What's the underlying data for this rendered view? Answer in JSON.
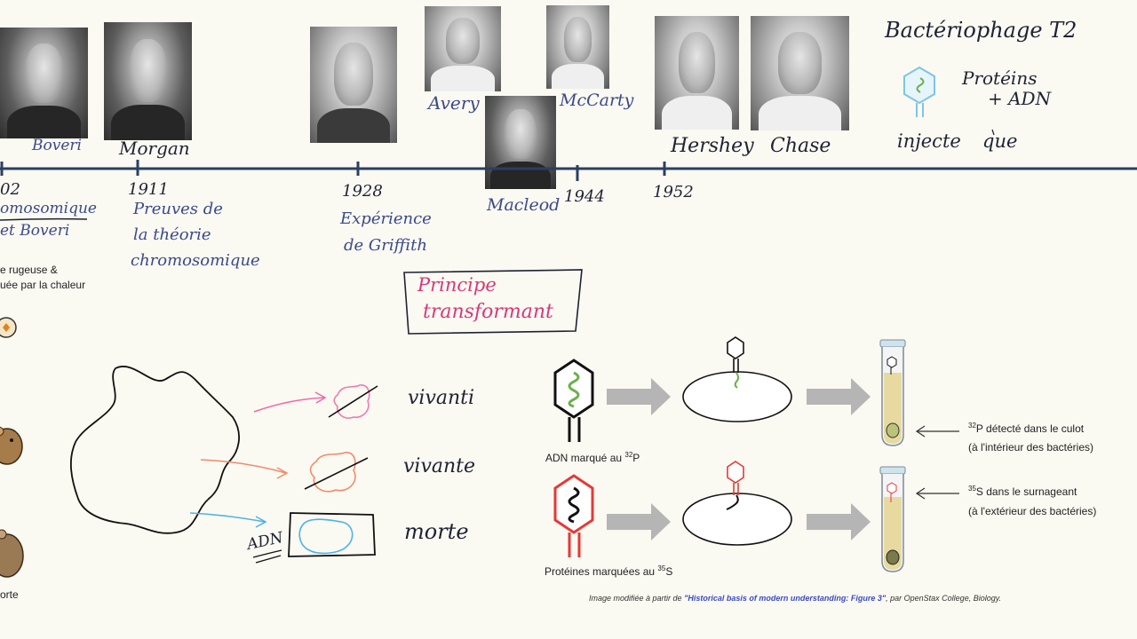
{
  "timeline": {
    "people": {
      "boveri": "Boveri",
      "morgan": "Morgan",
      "avery": "Avery",
      "mccarty": "McCarty",
      "macleod": "Macleod",
      "hershey": "Hershey",
      "chase": "Chase"
    },
    "years": {
      "y1902": "02",
      "y1911": "1911",
      "y1928": "1928",
      "y1944": "1944",
      "y1952": "1952"
    },
    "notes": {
      "chromo1": "omosomique",
      "chromo2": "et Boveri",
      "preuves1": "Preuves de",
      "preuves2": "la théorie",
      "preuves3": "chromosomique",
      "griffith1": "Expérience",
      "griffith2": "de Griffith"
    }
  },
  "bacteriophage": {
    "title": "Bactériophage T2",
    "proteins": "Protéins",
    "adn": "+ ADN",
    "injecte": "injecte",
    "que": "que"
  },
  "griffith_left": {
    "rugeuse1": "e rugeuse &",
    "rugeuse2": "uée par la chaleur",
    "morte": "orte"
  },
  "principe": {
    "line1": "Principe",
    "line2": "transformant"
  },
  "outcomes": {
    "vivant1": "vivanti",
    "vivant2": "vivante",
    "morte": "morte",
    "adn_label": "ADN"
  },
  "hershey_chase": {
    "adn_marque": "ADN marqué au ",
    "p32_sup": "32",
    "p_letter": "P",
    "proteines_marquees": "Protéines marquées au ",
    "s35_sup": "35",
    "s_letter": "S",
    "p32_line1": "P détecté dans le culot",
    "p32_line2": "(à l'intérieur des bactéries)",
    "s35_line1": "S dans le surnageant",
    "s35_line2": "(à l'extérieur des bactéries)"
  },
  "credit": {
    "prefix": "Image modifiée à partir de ",
    "citation": "\"Historical basis of modern understanding: Figure 3\"",
    "suffix": ", par OpenStax College, Biology."
  },
  "colors": {
    "timeline": "#2c3e63",
    "pink_ink": "#d43a78",
    "blue_ink": "#3b4a8a",
    "dna_green": "#6ab04c",
    "protein_red": "#e53935",
    "arrow_gray": "#b5b5b5",
    "tube_fill": "#e8d9a0"
  }
}
